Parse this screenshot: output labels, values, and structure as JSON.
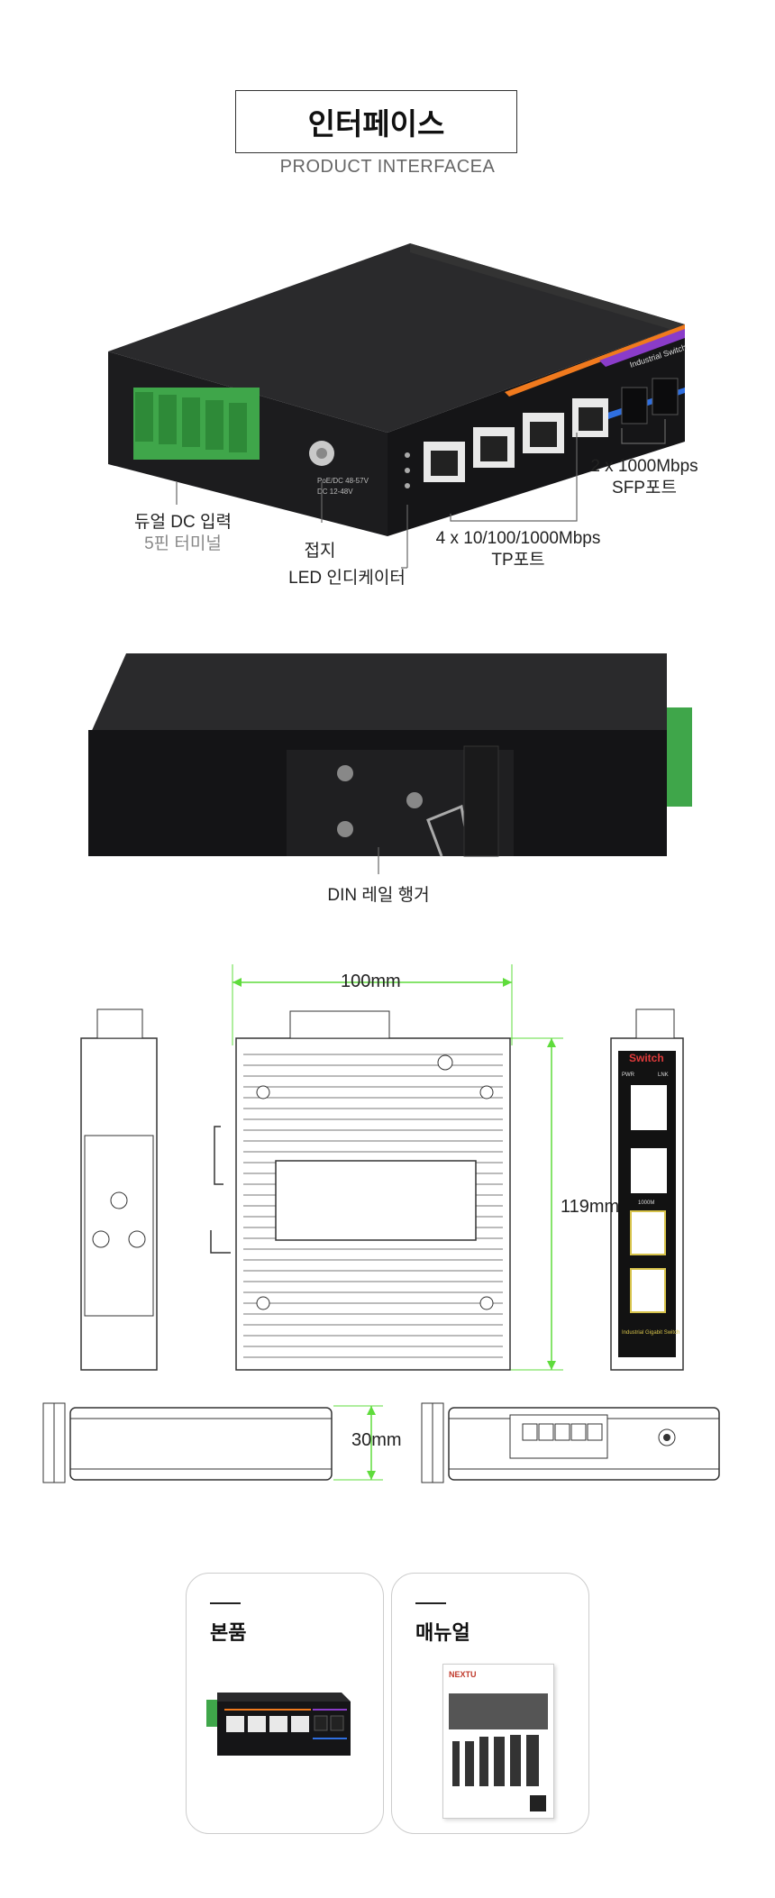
{
  "header": {
    "title": "인터페이스",
    "subtitle": "PRODUCT INTERFACEA"
  },
  "interface_labels": {
    "dc_input": "듀얼 DC 입력",
    "dc_terminal": "5핀 터미널",
    "ground": "접지",
    "led": "LED 인디케이터",
    "tp_ports_1": "4 x 10/100/1000Mbps",
    "tp_ports_2": "TP포트",
    "sfp_1": "2 x 1000Mbps",
    "sfp_2": "SFP포트",
    "power_spec_1": "PoE/DC 48-57V",
    "power_spec_2": "DC 12-48V",
    "device_brand": "Industrial Switch"
  },
  "din_label": "DIN 레일 행거",
  "dimensions": {
    "width": "100mm",
    "height": "119mm",
    "depth": "30mm"
  },
  "side_panel": {
    "brand": "Switch",
    "pwr": "PWR",
    "lnk": "LNK",
    "speed": "1000M",
    "footer": "Industrial Gigabit Switch"
  },
  "package": {
    "item1": "본품",
    "item2": "매뉴얼",
    "manual_brand": "NEXTU"
  },
  "colors": {
    "device_body": "#1d1d1f",
    "terminal_green": "#3fa64a",
    "dimension_green": "#5fdc3c",
    "sfp_blue": "#2f6fe0",
    "accent_orange": "#f07a1e",
    "accent_purple": "#8a3cc9"
  }
}
